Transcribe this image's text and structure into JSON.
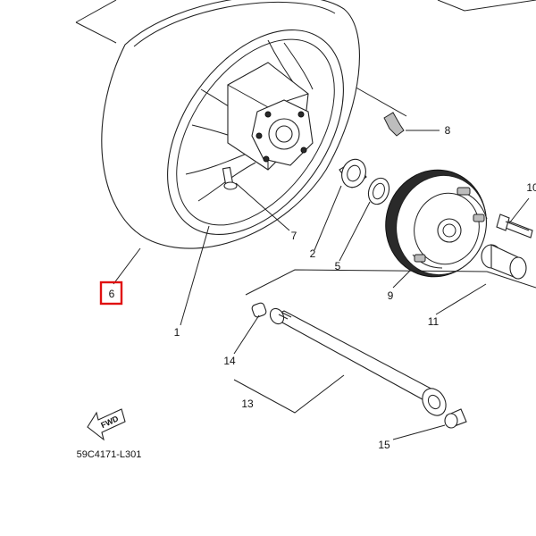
{
  "diagram": {
    "drawing_code": "59C4171-L301",
    "forward_marker": "FWD",
    "highlight_color": "#e01010",
    "callouts": [
      {
        "id": "c1",
        "label": "1"
      },
      {
        "id": "c2",
        "label": "2"
      },
      {
        "id": "c5",
        "label": "5"
      },
      {
        "id": "c6",
        "label": "6",
        "highlighted": true
      },
      {
        "id": "c7",
        "label": "7"
      },
      {
        "id": "c8",
        "label": "8"
      },
      {
        "id": "c9",
        "label": "9"
      },
      {
        "id": "c10",
        "label": "10"
      },
      {
        "id": "c11",
        "label": "11"
      },
      {
        "id": "c13",
        "label": "13"
      },
      {
        "id": "c14",
        "label": "14"
      },
      {
        "id": "c15",
        "label": "15"
      }
    ]
  }
}
